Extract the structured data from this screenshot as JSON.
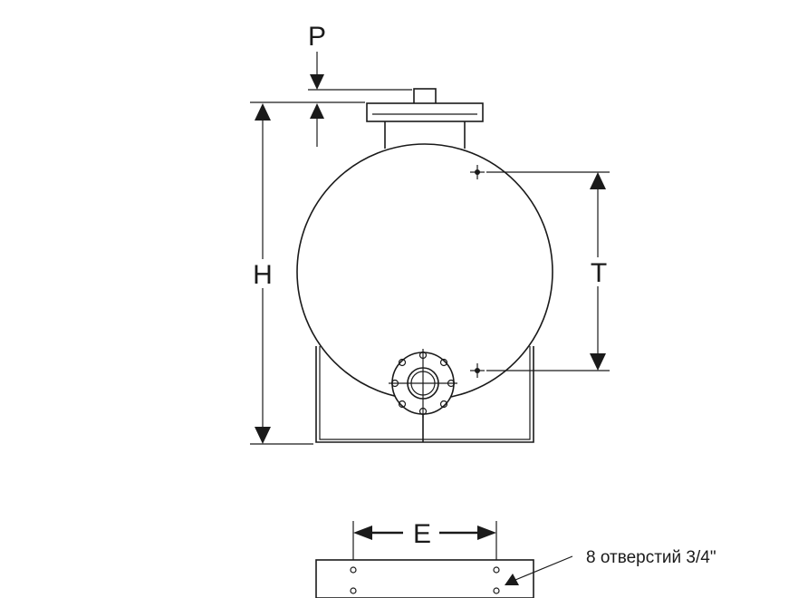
{
  "labels": {
    "P": "P",
    "H": "H",
    "T": "T",
    "E": "E"
  },
  "callout": {
    "holes": "8 отверстий 3/4\""
  }
}
